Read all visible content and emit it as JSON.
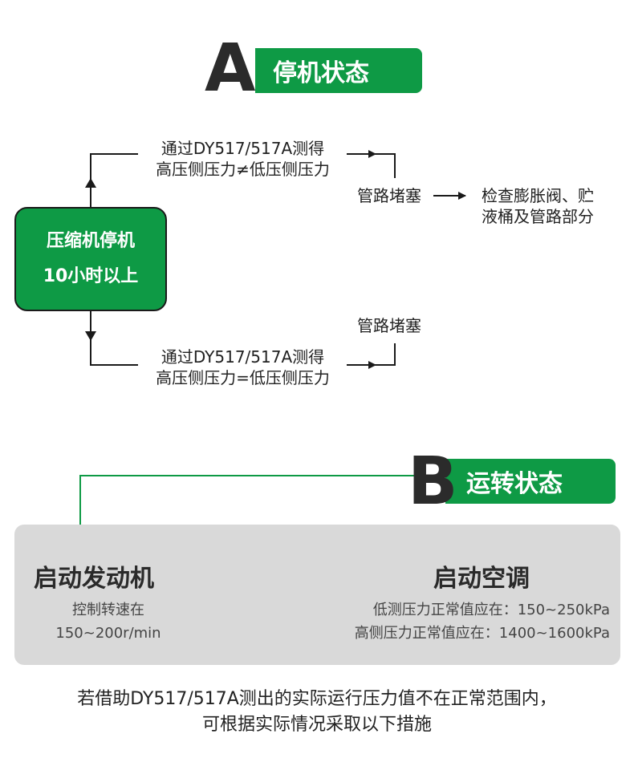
{
  "section_a": {
    "letter": "A",
    "title": "停机状态",
    "start_line1": "压缩机停机",
    "start_line2": "10小时以上",
    "upper_line1": "通过DY517/517A测得",
    "upper_line2": "高压侧压力≠低压侧压力",
    "upper_result": "管路堵塞",
    "upper_action_line1": "检查膨胀阀、贮",
    "upper_action_line2": "液桶及管路部分",
    "lower_result": "管路堵塞",
    "lower_line1": "通过DY517/517A测得",
    "lower_line2": "高压侧压力=低压侧压力"
  },
  "section_b": {
    "letter": "B",
    "title": "运转状态",
    "left_title": "启动发动机",
    "left_sub1": "控制转速在",
    "left_sub2": "150~200r/min",
    "right_title": "启动空调",
    "right_sub1": "低测压力正常值应在：150~250kPa",
    "right_sub2": "高侧压力正常值应在：1400~1600kPa"
  },
  "footer": {
    "line1": "若借助DY517/517A测出的实际运行压力值不在正常范围内，",
    "line2": "可根据实际情况采取以下措施"
  },
  "colors": {
    "green": "#0e9a45",
    "panel_gray": "#d9d9d9",
    "line_dark": "#1a1a1a"
  }
}
